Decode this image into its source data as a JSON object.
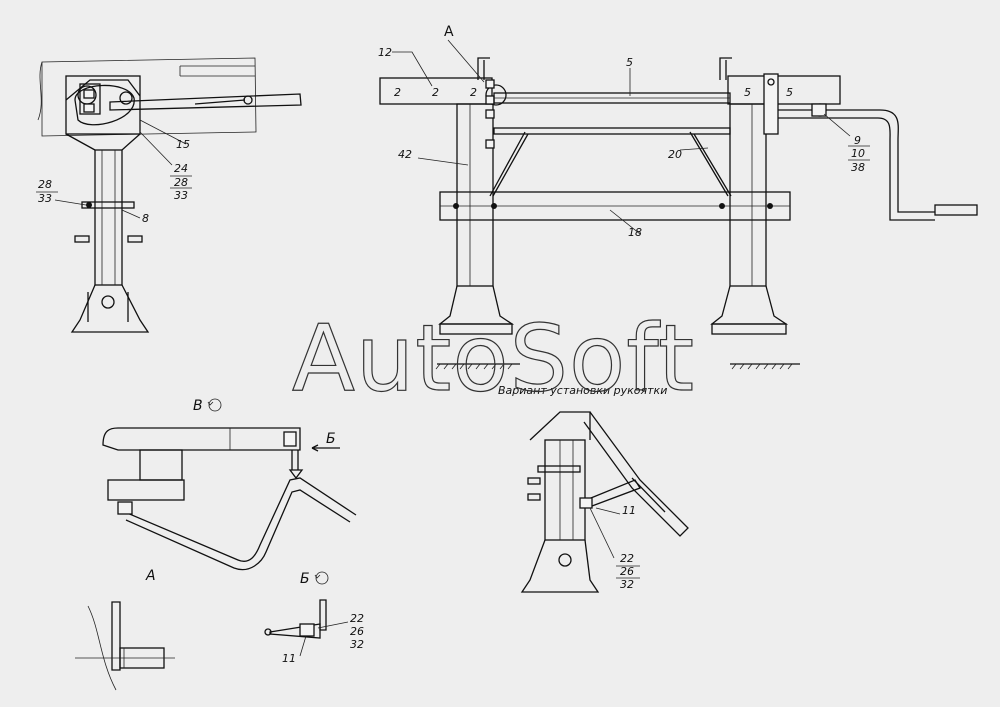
{
  "watermark": "AutoSoft",
  "caption": "Вариант установки рукоятки",
  "views": {
    "A_top": "A",
    "A_detail": "A",
    "B_arrow": "Б",
    "V": "В",
    "B_detail": "Б"
  },
  "callouts": {
    "c12": "12",
    "c5": "5",
    "c42": "42",
    "c20": "20",
    "c18": "18",
    "c9": "9",
    "c10": "10",
    "c38": "38",
    "c15": "15",
    "c24": "24",
    "c28a": "28",
    "c33a": "33",
    "c28b": "28",
    "c33b": "33",
    "c8": "8",
    "c11a": "11",
    "c22a": "22",
    "c26a": "26",
    "c32a": "32",
    "c11b": "11",
    "c22b": "22",
    "c26b": "26",
    "c32b": "32"
  },
  "marks": {
    "m2a": "2",
    "m2b": "2",
    "m2c": "2",
    "m5a": "5",
    "m5b": "5"
  }
}
